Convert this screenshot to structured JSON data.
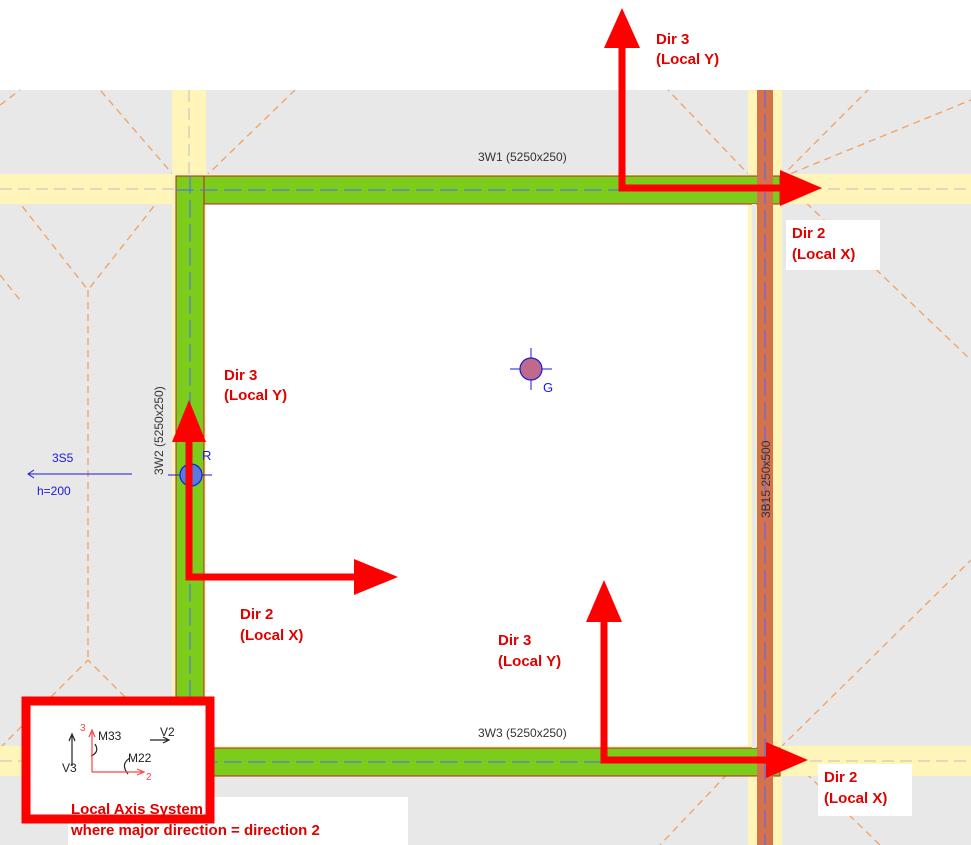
{
  "walls": {
    "top": {
      "label": "3W1 (5250x250)"
    },
    "left": {
      "label": "3W2 (5250x250)"
    },
    "bottom": {
      "label": "3W3 (5250x250)"
    },
    "right_beam": {
      "label": "3B15 250x500"
    }
  },
  "slab": {
    "name": "3S5",
    "thickness": "h=200"
  },
  "points": {
    "centroid": "G",
    "rigidity": "R"
  },
  "callouts": [
    {
      "id": "top-dir3",
      "line1": "Dir 3",
      "line2": "(Local Y)"
    },
    {
      "id": "top-dir2",
      "line1": "Dir 2",
      "line2": "(Local X)"
    },
    {
      "id": "left-dir3",
      "line1": "Dir 3",
      "line2": "(Local Y)"
    },
    {
      "id": "left-dir2",
      "line1": "Dir 2",
      "line2": "(Local X)"
    },
    {
      "id": "bottom-dir3",
      "line1": "Dir 3",
      "line2": "(Local Y)"
    },
    {
      "id": "bottom-dir2",
      "line1": "Dir 2",
      "line2": "(Local X)"
    }
  ],
  "legend": {
    "line1": "Local Axis System",
    "line2": "where major direction = direction 2",
    "symbols": {
      "axis3": "3",
      "axis2": "2",
      "m33": "M33",
      "m22": "M22",
      "v2": "V2",
      "v3": "V3"
    }
  },
  "colors": {
    "wall_green": "#7ccd1b",
    "beam_orange": "#d4724e",
    "arrow_red": "#ff0000",
    "band_yellow": "#fff5b8",
    "background": "#e8e8e8",
    "label_red": "#e00000",
    "annot_blue": "#1a1ad8"
  }
}
